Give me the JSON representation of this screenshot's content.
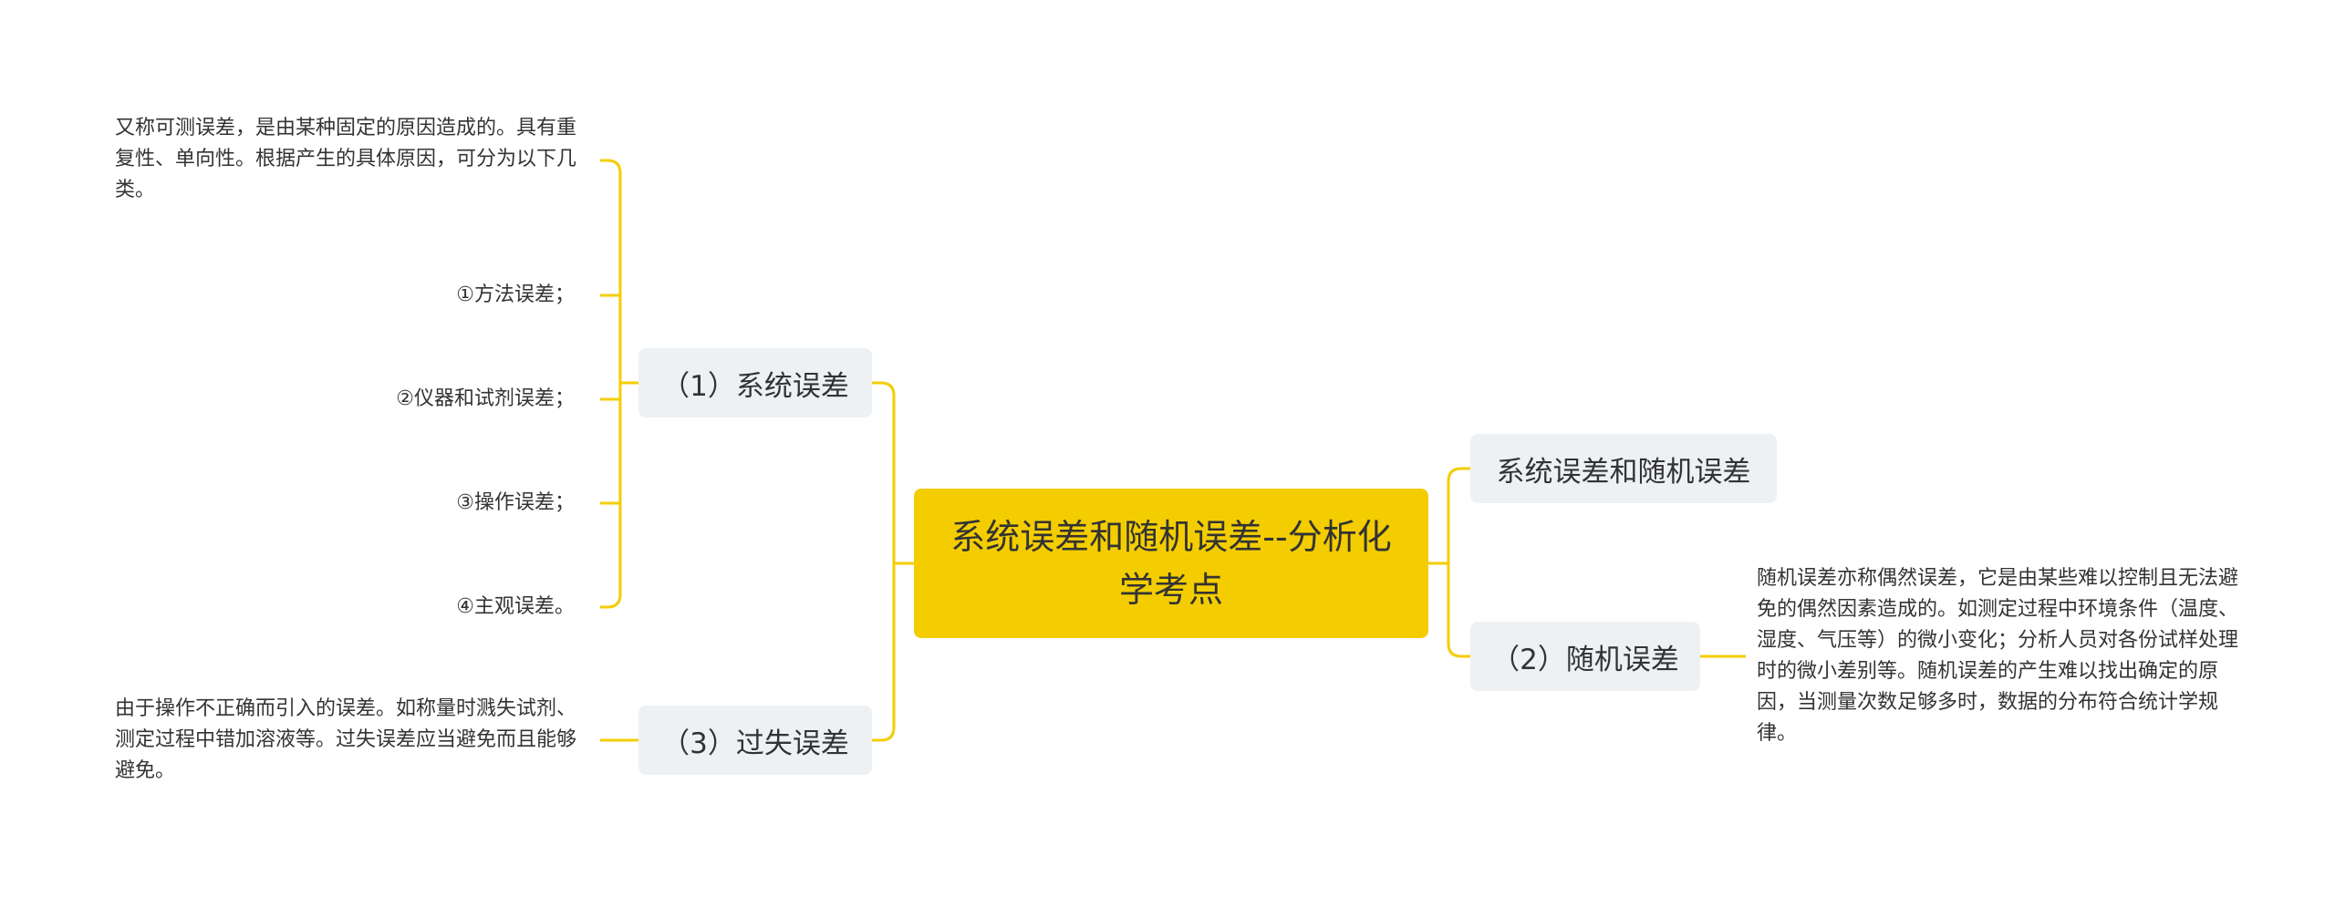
{
  "root": {
    "title": "系统误差和随机误差--分析化学考点"
  },
  "left": {
    "systematic": {
      "label": "（1）系统误差",
      "description": "又称可测误差，是由某种固定的原因造成的。具有重复性、单向性。根据产生的具体原因，可分为以下几类。",
      "items": [
        "①方法误差；",
        "②仪器和试剂误差；",
        "③操作误差；",
        "④主观误差。"
      ]
    },
    "gross": {
      "label": "（3）过失误差",
      "description": "由于操作不正确而引入的误差。如称量时溅失试剂、测定过程中错加溶液等。过失误差应当避免而且能够避免。"
    }
  },
  "right": {
    "heading": {
      "label": "系统误差和随机误差"
    },
    "random": {
      "label": "（2）随机误差",
      "description": "随机误差亦称偶然误差，它是由某些难以控制且无法避免的偶然因素造成的。如测定过程中环境条件（温度、湿度、气压等）的微小变化；分析人员对各份试样处理时的微小差别等。随机误差的产生难以找出确定的原因，当测量次数足够多时，数据的分布符合统计学规律。"
    }
  },
  "colors": {
    "root": "#f4cd00",
    "branch_bg": "#eef1f4",
    "connector": "#f4cd00",
    "text": "#333333"
  }
}
